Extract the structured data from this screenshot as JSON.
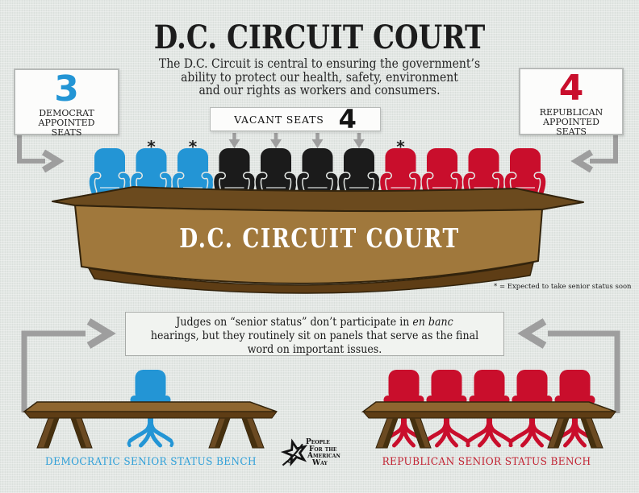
{
  "title": "D.C. CIRCUIT COURT",
  "subtitle_lines": [
    "The D.C. Circuit is central to ensuring the government’s",
    "ability to protect our health, safety, environment",
    "and our rights as workers and consumers."
  ],
  "left_box": {
    "count": "3",
    "label": "DEMOCRAT APPOINTED SEATS"
  },
  "right_box": {
    "count": "4",
    "label": "REPUBLICAN APPOINTED SEATS"
  },
  "vacant_box": {
    "label": "VACANT SEATS",
    "count": "4"
  },
  "bench": {
    "label": "D.C. CIRCUIT COURT"
  },
  "top_row": {
    "groups": [
      {
        "party": "democrat",
        "count": 3,
        "color": "#2395d5"
      },
      {
        "party": "vacant",
        "count": 4,
        "color": "#1b1b1b"
      },
      {
        "party": "republican",
        "count": 4,
        "color": "#c90e2c"
      }
    ],
    "marked_seats": [
      2,
      3,
      8
    ],
    "marker_symbol": "*"
  },
  "note": "* = Expected to take senior status soon",
  "middle_box": {
    "line1_before": "Judges on “senior status” don’t participate in ",
    "line1_italic": "en banc",
    "line2": "hearings, but they routinely sit on panels that serve as the final",
    "line3": "word on important issues."
  },
  "democratic_bench": {
    "label": "DEMOCRATIC SENIOR STATUS BENCH",
    "seat_count": 1,
    "color": "#2395d5",
    "label_color": "#2d9fd8"
  },
  "republican_bench": {
    "label": "REPUBLICAN SENIOR STATUS BENCH",
    "seat_count": 5,
    "color": "#c90e2c",
    "label_color": "#c11f2f"
  },
  "logo": {
    "lines": [
      "People",
      "For the",
      "American",
      "Way"
    ]
  },
  "colors": {
    "democrat_blue": "#2395d5",
    "republican_red": "#c90e2c",
    "vacant_black": "#1b1b1b",
    "arrow_gray": "#9e9e9e",
    "background": "#e3e7e4",
    "bench_top": "#6b4a1e",
    "bench_front": "#a0783c",
    "bench_base": "#5e3d15",
    "wood_outline": "#32230c",
    "table_top": "#8e6630",
    "table_edge": "#5e3d15",
    "leg": "#6b4a22",
    "leg_dark": "#46300f"
  }
}
